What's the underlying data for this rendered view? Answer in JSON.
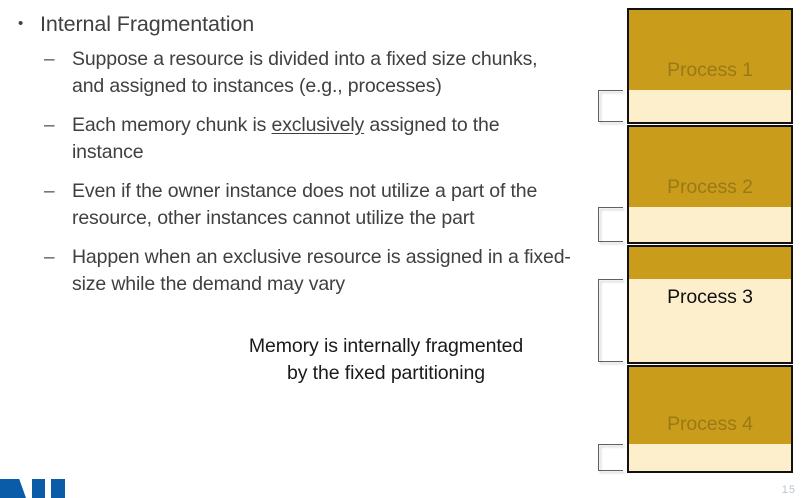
{
  "slide": {
    "heading": "Internal Fragmentation",
    "heading_bullet": "•",
    "sub_bullet": "–",
    "points": [
      "Suppose a resource is divided into a fixed size chunks, and assigned to instances (e.g., processes)",
      "Each memory chunk is exclusively assigned to the instance",
      "Even if the owner instance does not utilize a part of the resource, other instances cannot utilize the part",
      "Happen when an exclusive resource is assigned in a fixed-size while the demand may vary"
    ],
    "emphasis_word": "exclusively",
    "caption_line1": "Memory is internally fragmented",
    "caption_line2": "by the fixed partitioning",
    "page_number": "15"
  },
  "diagram": {
    "name": "memory-partition-diagram",
    "colors": {
      "used": "#C99C1B",
      "free": "#FDEFCB",
      "border": "#111111",
      "label_dim": "#9A7A16",
      "label_dark": "#111111",
      "bracket": "#606060"
    },
    "partitions": [
      {
        "label": "Process 1",
        "used_percent": 72,
        "label_style": "dim",
        "label_position": "used"
      },
      {
        "label": "Process 2",
        "used_percent": 70,
        "label_style": "dim",
        "label_position": "used"
      },
      {
        "label": "Process 3",
        "used_percent": 28,
        "label_style": "dark",
        "label_position": "free"
      },
      {
        "label": "Process 4",
        "used_percent": 75,
        "label_style": "dim",
        "label_position": "used"
      }
    ],
    "bracket_name": "internal-fragmentation-bracket"
  },
  "logo": {
    "name": "organization-logo",
    "color": "#0B5CA8"
  }
}
